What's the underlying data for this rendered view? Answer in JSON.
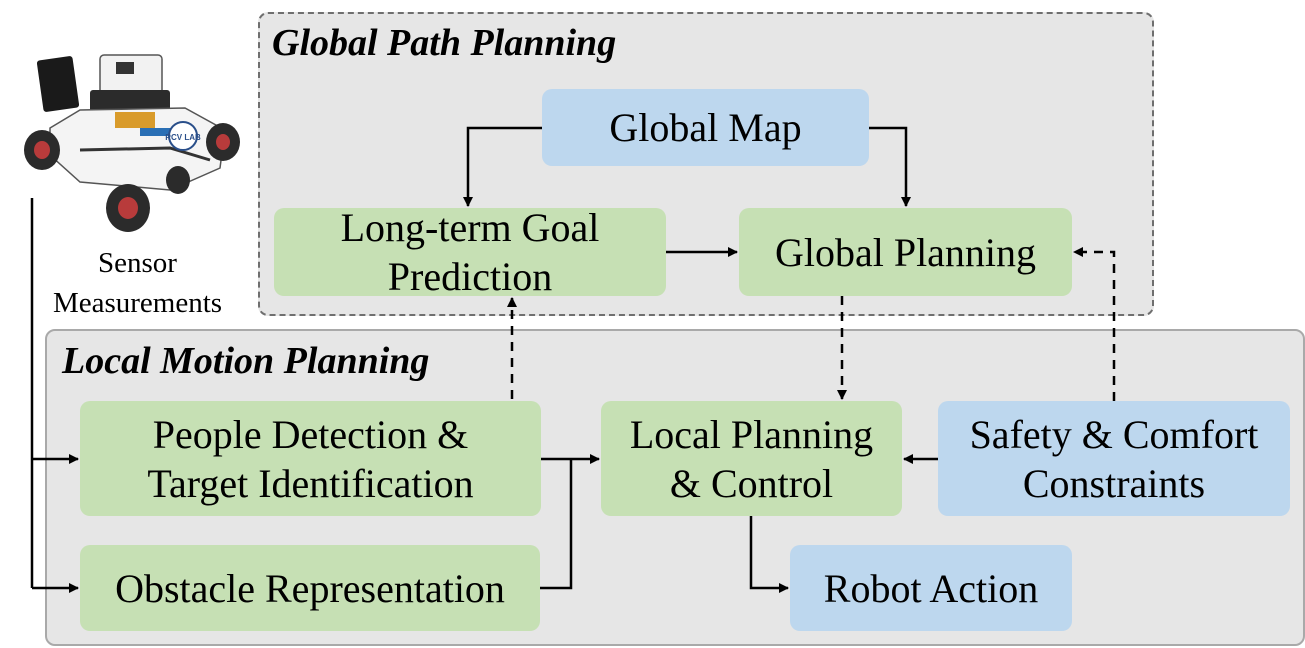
{
  "global_region": {
    "title": "Global Path Planning"
  },
  "local_region": {
    "title": "Local Motion Planning"
  },
  "robot": {
    "badge": "RCV LAB"
  },
  "sensor_label": "Sensor Measurements",
  "nodes": {
    "global_map": "Global Map",
    "long_term_goal": "Long-term Goal Prediction",
    "global_planning": "Global Planning",
    "people_detection": "People Detection & Target Identification",
    "obstacle_representation": "Obstacle Representation",
    "local_planning": "Local Planning & Control",
    "safety_comfort": "Safety & Comfort Constraints",
    "robot_action": "Robot Action"
  },
  "colors": {
    "green_node": "#c6e0b4",
    "blue_node": "#bdd7ee",
    "region_fill": "#e6e6e6"
  }
}
